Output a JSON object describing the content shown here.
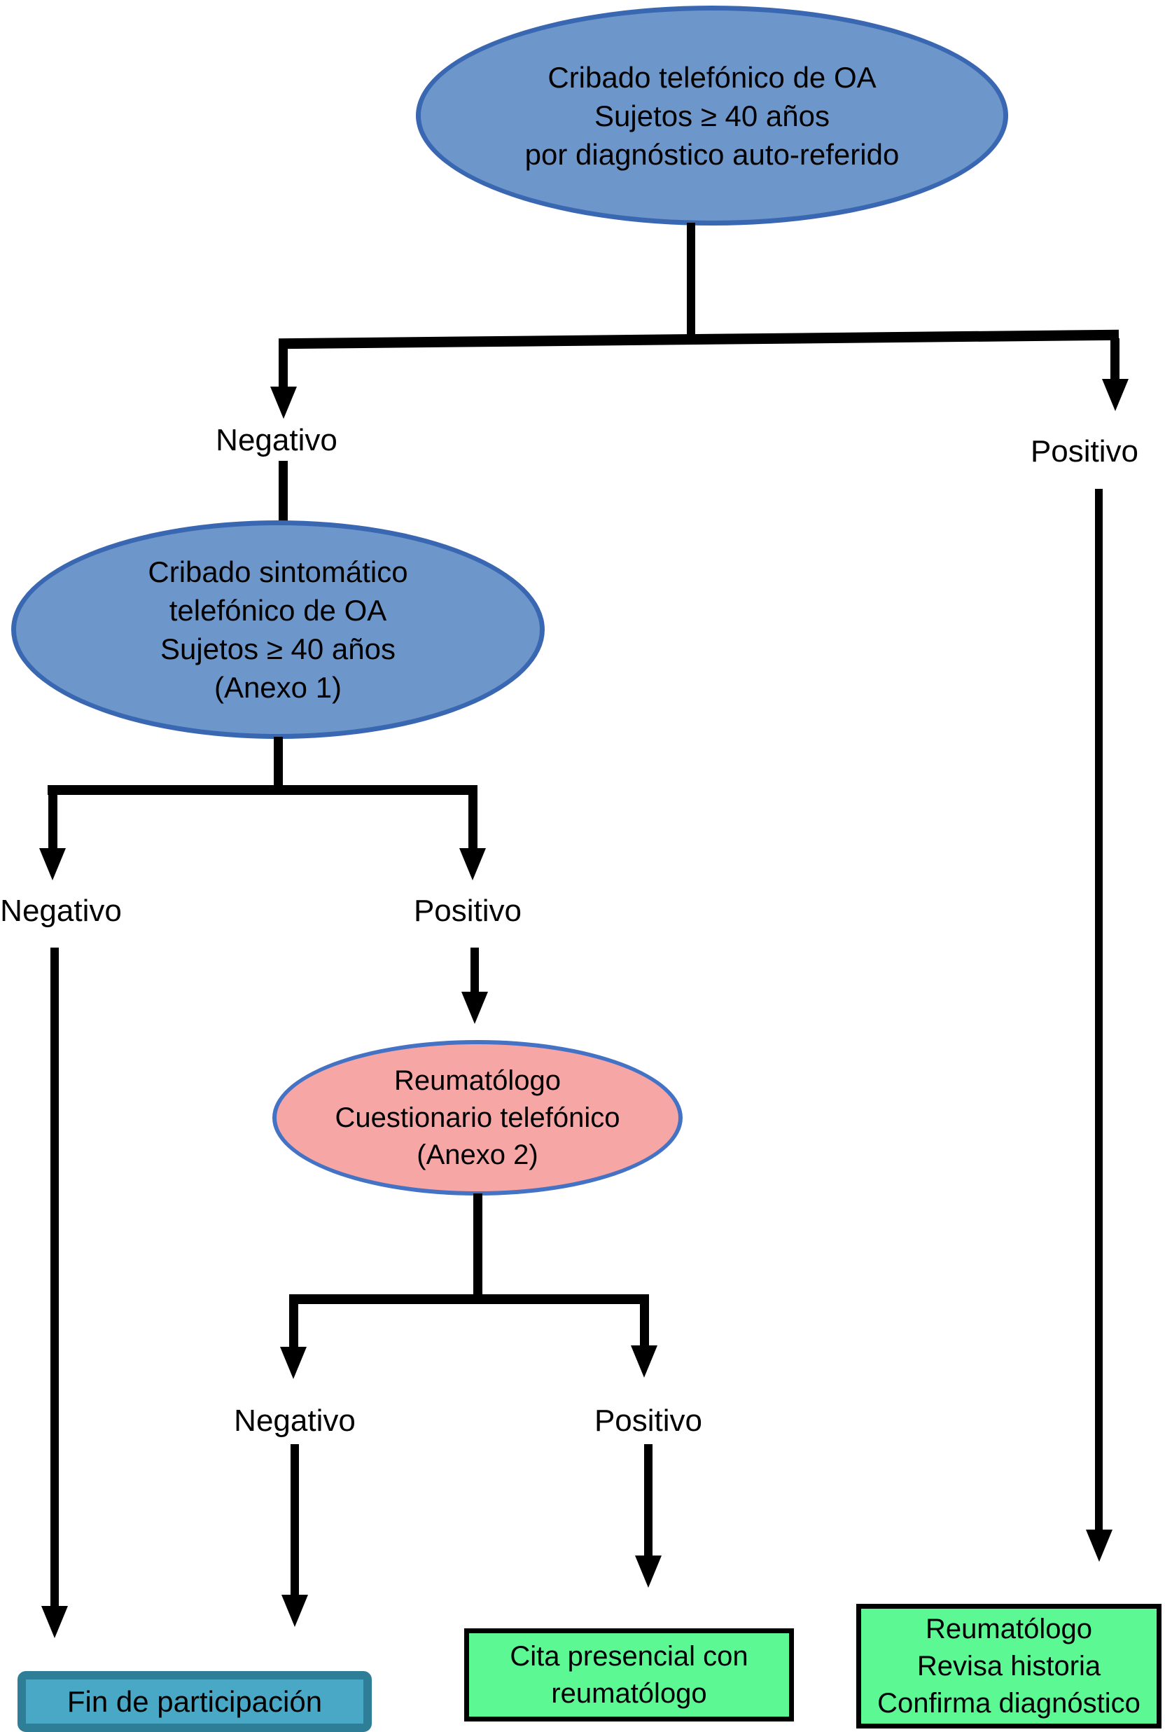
{
  "nodes": {
    "screen1": {
      "line1": "Cribado telefónico de OA",
      "line2": "Sujetos ≥ 40 años",
      "line3": "por diagnóstico auto-referido"
    },
    "screen2": {
      "line1": "Cribado sintomático",
      "line2": "telefónico de OA",
      "line3": "Sujetos ≥ 40 años",
      "line4": "(Anexo 1)"
    },
    "rheuma_questionnaire": {
      "line1": "Reumatólogo",
      "line2": "Cuestionario telefónico",
      "line3": "(Anexo 2)"
    },
    "end_participation": {
      "line1": "Fin de participación"
    },
    "in_person_visit": {
      "line1": "Cita presencial con",
      "line2": "reumatólogo"
    },
    "confirm_diagnosis": {
      "line1": "Reumatólogo",
      "line2": "Revisa historia",
      "line3": "Confirma diagnóstico"
    }
  },
  "branch_labels": {
    "split1_left": "Negativo",
    "split1_right": "Positivo",
    "split2_left": "Negativo",
    "split2_right": "Positivo",
    "split3_left": "Negativo",
    "split3_right": "Positivo"
  },
  "colors": {
    "blue_node_fill": "#6D97CB",
    "blue_node_border": "#3A67B1",
    "pink_node_fill": "#F7A6A6",
    "pink_node_border": "#4472C4",
    "end_box_fill": "#49A8C6",
    "end_box_border": "#2E7E98",
    "result_box_fill": "#5BF894",
    "result_box_border": "#000000",
    "connector_color": "#000000"
  }
}
